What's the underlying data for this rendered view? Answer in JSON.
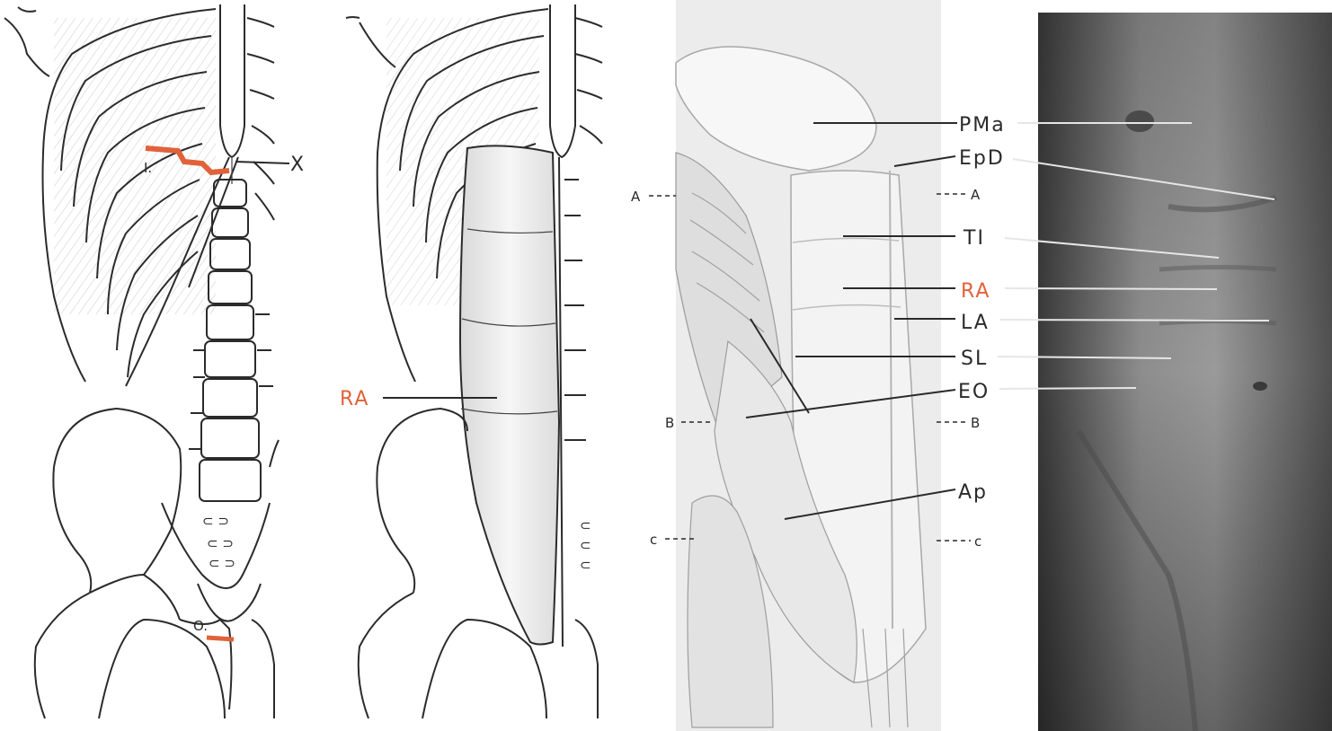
{
  "panel1": {
    "labels": {
      "insertion": "I.",
      "xiphoid": "X",
      "origin": "O."
    },
    "colors": {
      "attachment": "#e0623a",
      "line": "#2b2b2b"
    }
  },
  "panel2": {
    "labels": {
      "rectus": "RA"
    },
    "colors": {
      "muscle_fill": "#efefef",
      "label": "#e0623a"
    }
  },
  "panel3": {
    "labels": {
      "pma": "PMa",
      "epd": "EpD",
      "ti": "TI",
      "ra": "RA",
      "la": "LA",
      "sl": "SL",
      "eo": "EO",
      "ap": "Ap",
      "a_left": "A",
      "a_right": "A",
      "b_left": "B",
      "b_right": "B",
      "c_left": "c",
      "c_right": "c"
    },
    "colors": {
      "ra_label": "#e0623a"
    }
  },
  "panel4": {
    "description_color": "#6a6a6a"
  }
}
